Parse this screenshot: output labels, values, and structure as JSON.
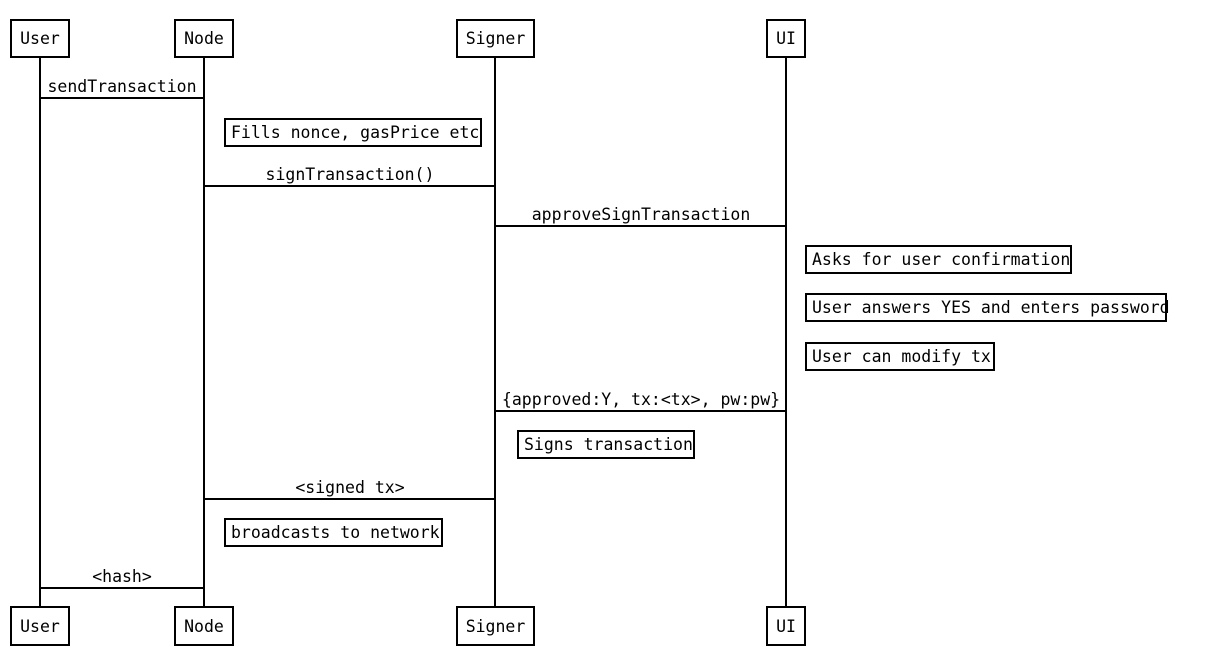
{
  "diagram": {
    "title": "Transaction signing sequence diagram",
    "colors": {
      "line": "#000000",
      "text": "#000000",
      "background": "#ffffff"
    },
    "actors": [
      {
        "id": "user",
        "label": "User"
      },
      {
        "id": "node",
        "label": "Node"
      },
      {
        "id": "signer",
        "label": "Signer"
      },
      {
        "id": "ui",
        "label": "UI"
      }
    ],
    "messages": [
      {
        "from": "user",
        "to": "node",
        "label": "sendTransaction"
      },
      {
        "from": "node",
        "to": "signer",
        "label": "signTransaction()"
      },
      {
        "from": "signer",
        "to": "ui",
        "label": "approveSignTransaction"
      },
      {
        "from": "ui",
        "to": "signer",
        "label": "{approved:Y, tx:<tx>, pw:pw}"
      },
      {
        "from": "signer",
        "to": "node",
        "label": "<signed tx>"
      },
      {
        "from": "node",
        "to": "user",
        "label": "<hash>"
      }
    ],
    "notes": [
      {
        "actor": "node",
        "label": "Fills nonce, gasPrice etc"
      },
      {
        "actor": "ui",
        "label": "Asks for user confirmation"
      },
      {
        "actor": "ui",
        "label": "User answers YES and enters password"
      },
      {
        "actor": "ui",
        "label": "User can modify tx"
      },
      {
        "actor": "signer",
        "label": "Signs transaction"
      },
      {
        "actor": "node",
        "label": "broadcasts to network"
      }
    ]
  }
}
